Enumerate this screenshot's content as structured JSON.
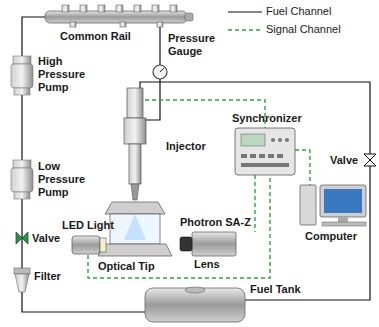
{
  "diagram": {
    "labels": [
      "Common Rail",
      "Pressure Gauge",
      "High Pressure Pump",
      "Low Pressure Pump",
      "Valve",
      "Filter",
      "Fuel Tank",
      "Injector",
      "Synchronizer",
      "Valve",
      "Computer",
      "LED Light",
      "Optical Tip",
      "Photron SA-Z",
      "Lens"
    ],
    "legend": [
      {
        "text": "Fuel Channel"
      },
      {
        "text": "Signal Channel"
      }
    ]
  }
}
